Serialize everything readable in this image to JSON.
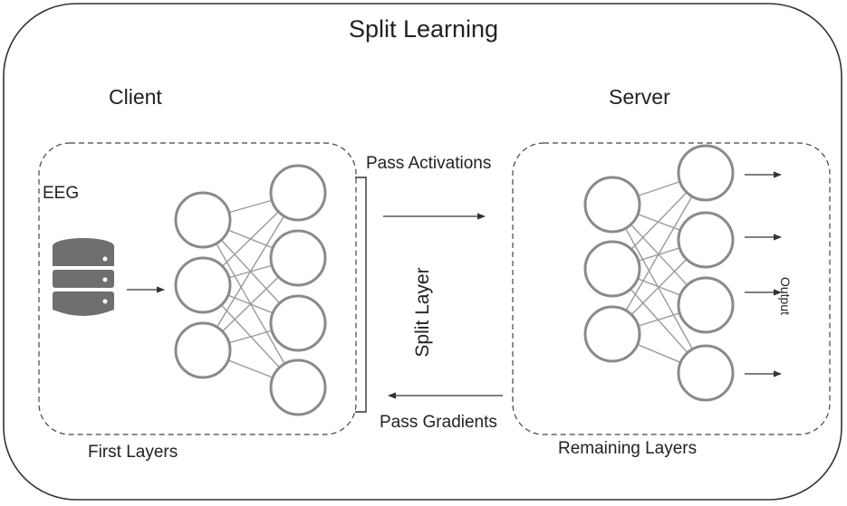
{
  "title": "Split Learning",
  "client": {
    "label": "Client",
    "data_source": "EEG",
    "data_icon": "database-icon",
    "section_label": "First Layers",
    "network_layers": [
      3,
      4
    ]
  },
  "server": {
    "label": "Server",
    "section_label": "Remaining Layers",
    "output_label": "Output",
    "network_layers": [
      3,
      4
    ]
  },
  "split": {
    "label": "Split Layer",
    "forward_label": "Pass Activations",
    "backward_label": "Pass Gradients"
  },
  "colors": {
    "stroke": "#8a8a8a",
    "edge": "#9a9a9a",
    "database": "#6f6f6f",
    "border": "#333333"
  }
}
